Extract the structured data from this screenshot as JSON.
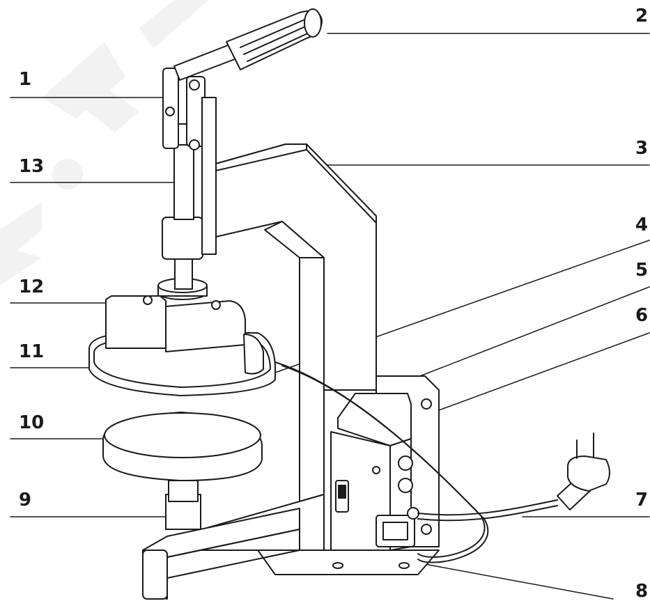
{
  "watermark": {
    "text": "RU",
    "color": "#f3f3f3"
  },
  "colors": {
    "line": "#1a1a1a",
    "fill": "#ffffff",
    "shade": "#eeeeee"
  },
  "callouts": {
    "c1": "1",
    "c2": "2",
    "c3": "3",
    "c4": "4",
    "c5": "5",
    "c6": "6",
    "c7": "7",
    "c8": "8",
    "c9": "9",
    "c10": "10",
    "c11": "11",
    "c12": "12",
    "c13": "13"
  }
}
